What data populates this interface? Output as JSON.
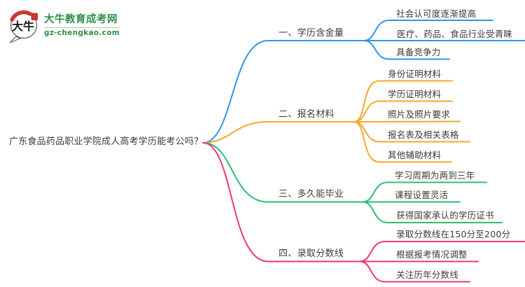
{
  "logo": {
    "icon_text": "大牛",
    "title": "大牛教育成考网",
    "subtitle": "gz-chengkao.com"
  },
  "root": {
    "label": "广东食品药品职业学院成人高考学历能考公吗？"
  },
  "branches": [
    {
      "label": "一、学历含金量",
      "color": "#2F95E9",
      "children": [
        "社会认可度逐渐提高",
        "医疗、药品、食品行业受青睐",
        "具备竞争力"
      ]
    },
    {
      "label": "二、报名材料",
      "color": "#F6A72A",
      "children": [
        "身份证明材料",
        "学历证明材料",
        "照片及照片要求",
        "报名表及相关表格",
        "其他辅助材料"
      ]
    },
    {
      "label": "三、多久能毕业",
      "color": "#2EBE6F",
      "children": [
        "学习周期为两到三年",
        "课程设置灵活",
        "获得国家承认的学历证书"
      ]
    },
    {
      "label": "四、录取分数线",
      "color": "#F1337C",
      "children": [
        "录取分数线在150分至200分",
        "根据报考情况调整",
        "关注历年分数线"
      ]
    }
  ],
  "colors": {
    "text": "#3B3B3B",
    "logo_green": "#2E9048",
    "logo_red": "#C8382E"
  }
}
